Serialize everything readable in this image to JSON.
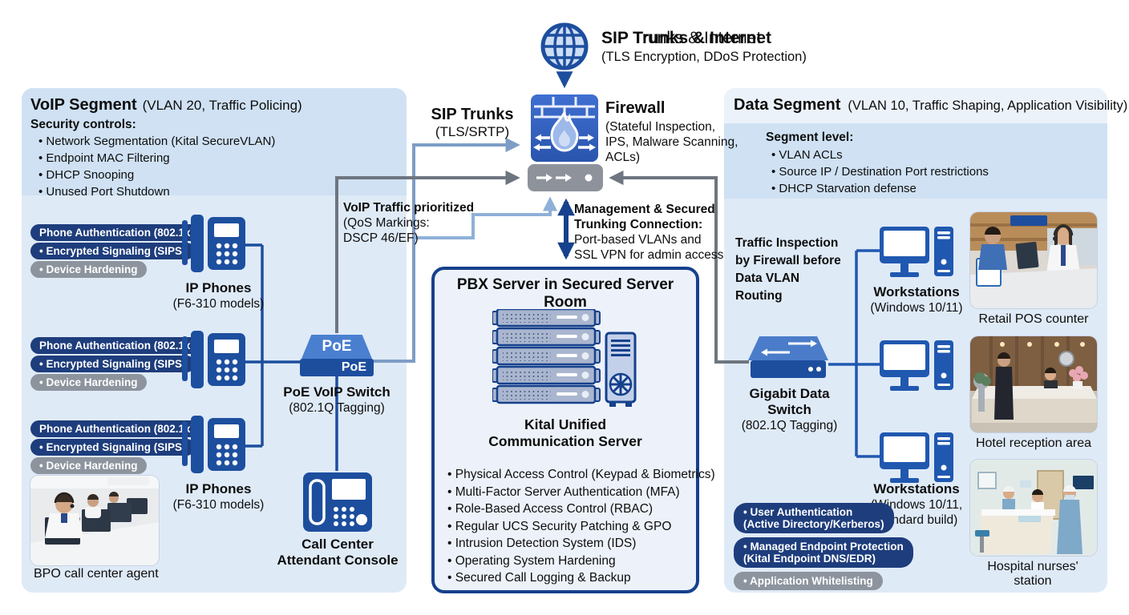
{
  "internet": {
    "title": "SIP Trunks & Internet",
    "subtitle": "(TLS Encryption, DDoS Protection)"
  },
  "sip_trunks": {
    "title": "SIP Trunks",
    "subtitle": "(TLS/SRTP)"
  },
  "firewall": {
    "title": "Firewall",
    "details": [
      "(Stateful Inspection,",
      "IPS, Malware Scanning,",
      "ACLs)"
    ]
  },
  "annotations": {
    "voip_priority": [
      "VoIP Traffic prioritized",
      "(QoS Markings:",
      "DSCP 46/EF)"
    ],
    "management": [
      "Management & Secured",
      "Trunking Connection:",
      "Port-based VLANs and",
      "SSL VPN for admin access"
    ],
    "traffic_inspection": [
      "Traffic Inspection",
      "by Firewall before",
      "Data VLAN",
      "Routing"
    ]
  },
  "voip_segment": {
    "title": "VoIP Segment",
    "title_suffix": "(VLAN 20, Traffic Policing)",
    "security_heading": "Security controls:",
    "security_items": [
      "• Network Segmentation (Kital SecureVLAN)",
      "• Endpoint MAC Filtering",
      "• DHCP Snooping",
      "• Unused Port Shutdown"
    ],
    "phone_badges": [
      "Phone Authentication (802.1x)",
      "• Encrypted Signaling (SIPS)",
      "• Device Hardening"
    ],
    "ip_phones_label": "IP Phones",
    "ip_phones_sublabel": "(F6-310 models)",
    "poe_switch": {
      "icon_label": "PoE",
      "bar_label": "PoE",
      "label": "PoE VoIP Switch",
      "sublabel": "(802.1Q Tagging)"
    },
    "console_label_line1": "Call Center",
    "console_label_line2": "Attendant Console",
    "photo_caption": "BPO call center agent"
  },
  "pbx": {
    "title": "PBX Server in Secured Server Room",
    "server_label_line1": "Kital Unified",
    "server_label_line2": "Communication Server",
    "bullets": [
      "• Physical Access Control (Keypad & Biometrics)",
      "• Multi-Factor Server Authentication (MFA)",
      "• Role-Based Access Control (RBAC)",
      "• Regular UCS Security Patching & GPO",
      "• Intrusion Detection System (IDS)",
      "• Operating System Hardening",
      "• Secured Call Logging & Backup"
    ]
  },
  "data_segment": {
    "title": "Data Segment",
    "title_suffix": "(VLAN 10, Traffic Shaping, Application Visibility)",
    "segment_heading": "Segment level:",
    "segment_items": [
      "• VLAN ACLs",
      "• Source IP / Destination Port restrictions",
      "• DHCP Starvation defense"
    ],
    "switch_label": "Gigabit Data Switch",
    "switch_sublabel": "(802.1Q Tagging)",
    "workstations_top": {
      "label": "Workstations",
      "sublabel": "(Windows 10/11)"
    },
    "workstations_bottom": {
      "label": "Workstations",
      "sublabel": "(Windows 10/11,",
      "sublabel2": "standard build)"
    },
    "endpoint_badges": [
      {
        "line1": "• User Authentication",
        "line2": "(Active Directory/Kerberos)"
      },
      {
        "line1": "• Managed Endpoint Protection",
        "line2": "(Kital Endpoint DNS/EDR)"
      },
      {
        "line1": "• Application Whitelisting",
        "line2": ""
      }
    ],
    "photo_captions": [
      "Retail POS counter",
      "Hotel reception area",
      "Hospital nurses' station"
    ]
  },
  "colors": {
    "navy": "#16418c",
    "blue": "#1d4e9e",
    "accent_blue": "#2058b0",
    "panel_blue": "#cfe1f3",
    "box_blue": "#dfeaf7",
    "steel": "#7e9dc6",
    "light_line": "#8fb0d8",
    "gray_line": "#6e7580",
    "badge_navy": "#1e3d7c",
    "badge_gray": "#8d949e"
  }
}
